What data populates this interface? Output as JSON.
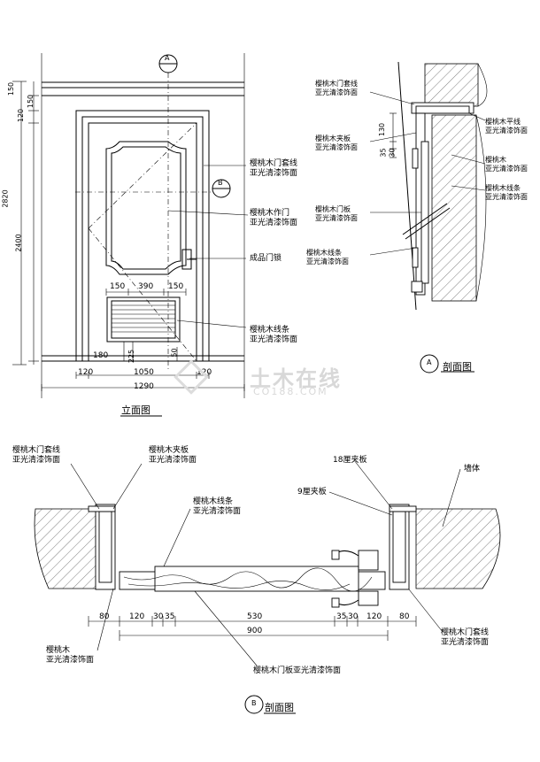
{
  "elevation": {
    "title": "立面图",
    "dims_left": [
      "2820",
      "2400",
      "120",
      "150"
    ],
    "dims_top_top": "150",
    "dims_inner": [
      "150",
      "390",
      "150"
    ],
    "dims_bottom_inner": [
      "180",
      "225",
      "50"
    ],
    "dims_bottom": [
      "120",
      "1050",
      "120"
    ],
    "dims_total": "1290",
    "marker_a": "A",
    "marker_b": "B",
    "labels": [
      {
        "l1": "樱桃木门套线",
        "l2": "亚光清漆饰面"
      },
      {
        "l1": "樱桃木作门",
        "l2": "亚光清漆饰面"
      },
      {
        "l1": "成品门锁",
        "l2": ""
      },
      {
        "l1": "樱桃木线条",
        "l2": "亚光清漆饰面"
      }
    ]
  },
  "section_a": {
    "title": "剖面图",
    "marker": "A",
    "dims": [
      "130",
      "35",
      "30"
    ],
    "labels": [
      {
        "l1": "樱桃木门套线",
        "l2": "亚光清漆饰面"
      },
      {
        "l1": "樱桃木平线",
        "l2": "亚光清漆饰面"
      },
      {
        "l1": "樱桃木夹板",
        "l2": "亚光清漆饰面"
      },
      {
        "l1": "樱桃木",
        "l2": "亚光清漆饰面"
      },
      {
        "l1": "樱桃木线条",
        "l2": "亚光清漆饰面"
      },
      {
        "l1": "樱桃木门板",
        "l2": "亚光清漆饰面"
      },
      {
        "l1": "樱桃木线条",
        "l2": "亚光清漆饰面"
      }
    ]
  },
  "section_b": {
    "title": "剖面图",
    "marker": "B",
    "dims": [
      "80",
      "120",
      "30",
      "35",
      "530",
      "35",
      "30",
      "120",
      "80"
    ],
    "dim_total": "900",
    "labels": [
      {
        "l1": "樱桃木门套线",
        "l2": "亚光清漆饰面"
      },
      {
        "l1": "樱桃木夹板",
        "l2": "亚光清漆饰面"
      },
      {
        "l1": "樱桃木线条",
        "l2": "亚光清漆饰面"
      },
      {
        "l1": "18厘夹板",
        "l2": ""
      },
      {
        "l1": "9厘夹板",
        "l2": ""
      },
      {
        "l1": "墙体",
        "l2": ""
      },
      {
        "l1": "樱桃木",
        "l2": "亚光清漆饰面"
      },
      {
        "l1": "樱桃木门板亚光清漆饰面",
        "l2": ""
      },
      {
        "l1": "樱桃木门套线",
        "l2": "亚光清漆饰面"
      }
    ]
  },
  "watermark": {
    "main": "土木在线",
    "sub": "CO188.COM"
  }
}
